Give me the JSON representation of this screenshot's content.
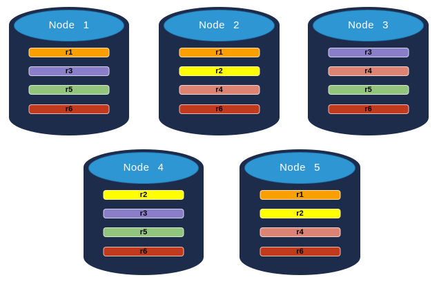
{
  "colors": {
    "background": "#FFFFFF",
    "cylinder_body": "#1E2C4C",
    "cylinder_top": "#2E96D3",
    "node_label_text": "#FFFFFF",
    "bar_text": "#000000"
  },
  "replica_colors": {
    "r1": "#F9A000",
    "r2": "#FFFF00",
    "r3": "#8B7EC8",
    "r4": "#DD8373",
    "r5": "#93C47D",
    "r6": "#C23A1E"
  },
  "nodes": [
    {
      "label": "Node 1",
      "replicas": [
        {
          "label": "r1",
          "color": "#F9A000"
        },
        {
          "label": "r3",
          "color": "#8B7EC8"
        },
        {
          "label": "r5",
          "color": "#93C47D"
        },
        {
          "label": "r6",
          "color": "#C23A1E"
        }
      ]
    },
    {
      "label": "Node 2",
      "replicas": [
        {
          "label": "r1",
          "color": "#F9A000"
        },
        {
          "label": "r2",
          "color": "#FFFF00"
        },
        {
          "label": "r4",
          "color": "#DD8373"
        },
        {
          "label": "r6",
          "color": "#C23A1E"
        }
      ]
    },
    {
      "label": "Node 3",
      "replicas": [
        {
          "label": "r3",
          "color": "#8B7EC8"
        },
        {
          "label": "r4",
          "color": "#DD8373"
        },
        {
          "label": "r5",
          "color": "#93C47D"
        },
        {
          "label": "r6",
          "color": "#C23A1E"
        }
      ]
    },
    {
      "label": "Node 4",
      "replicas": [
        {
          "label": "r2",
          "color": "#FFFF00"
        },
        {
          "label": "r3",
          "color": "#8B7EC8"
        },
        {
          "label": "r5",
          "color": "#93C47D"
        },
        {
          "label": "r6",
          "color": "#C23A1E"
        }
      ]
    },
    {
      "label": "Node 5",
      "replicas": [
        {
          "label": "r1",
          "color": "#F9A000"
        },
        {
          "label": "r2",
          "color": "#FFFF00"
        },
        {
          "label": "r4",
          "color": "#DD8373"
        },
        {
          "label": "r6",
          "color": "#C23A1E"
        }
      ]
    }
  ]
}
